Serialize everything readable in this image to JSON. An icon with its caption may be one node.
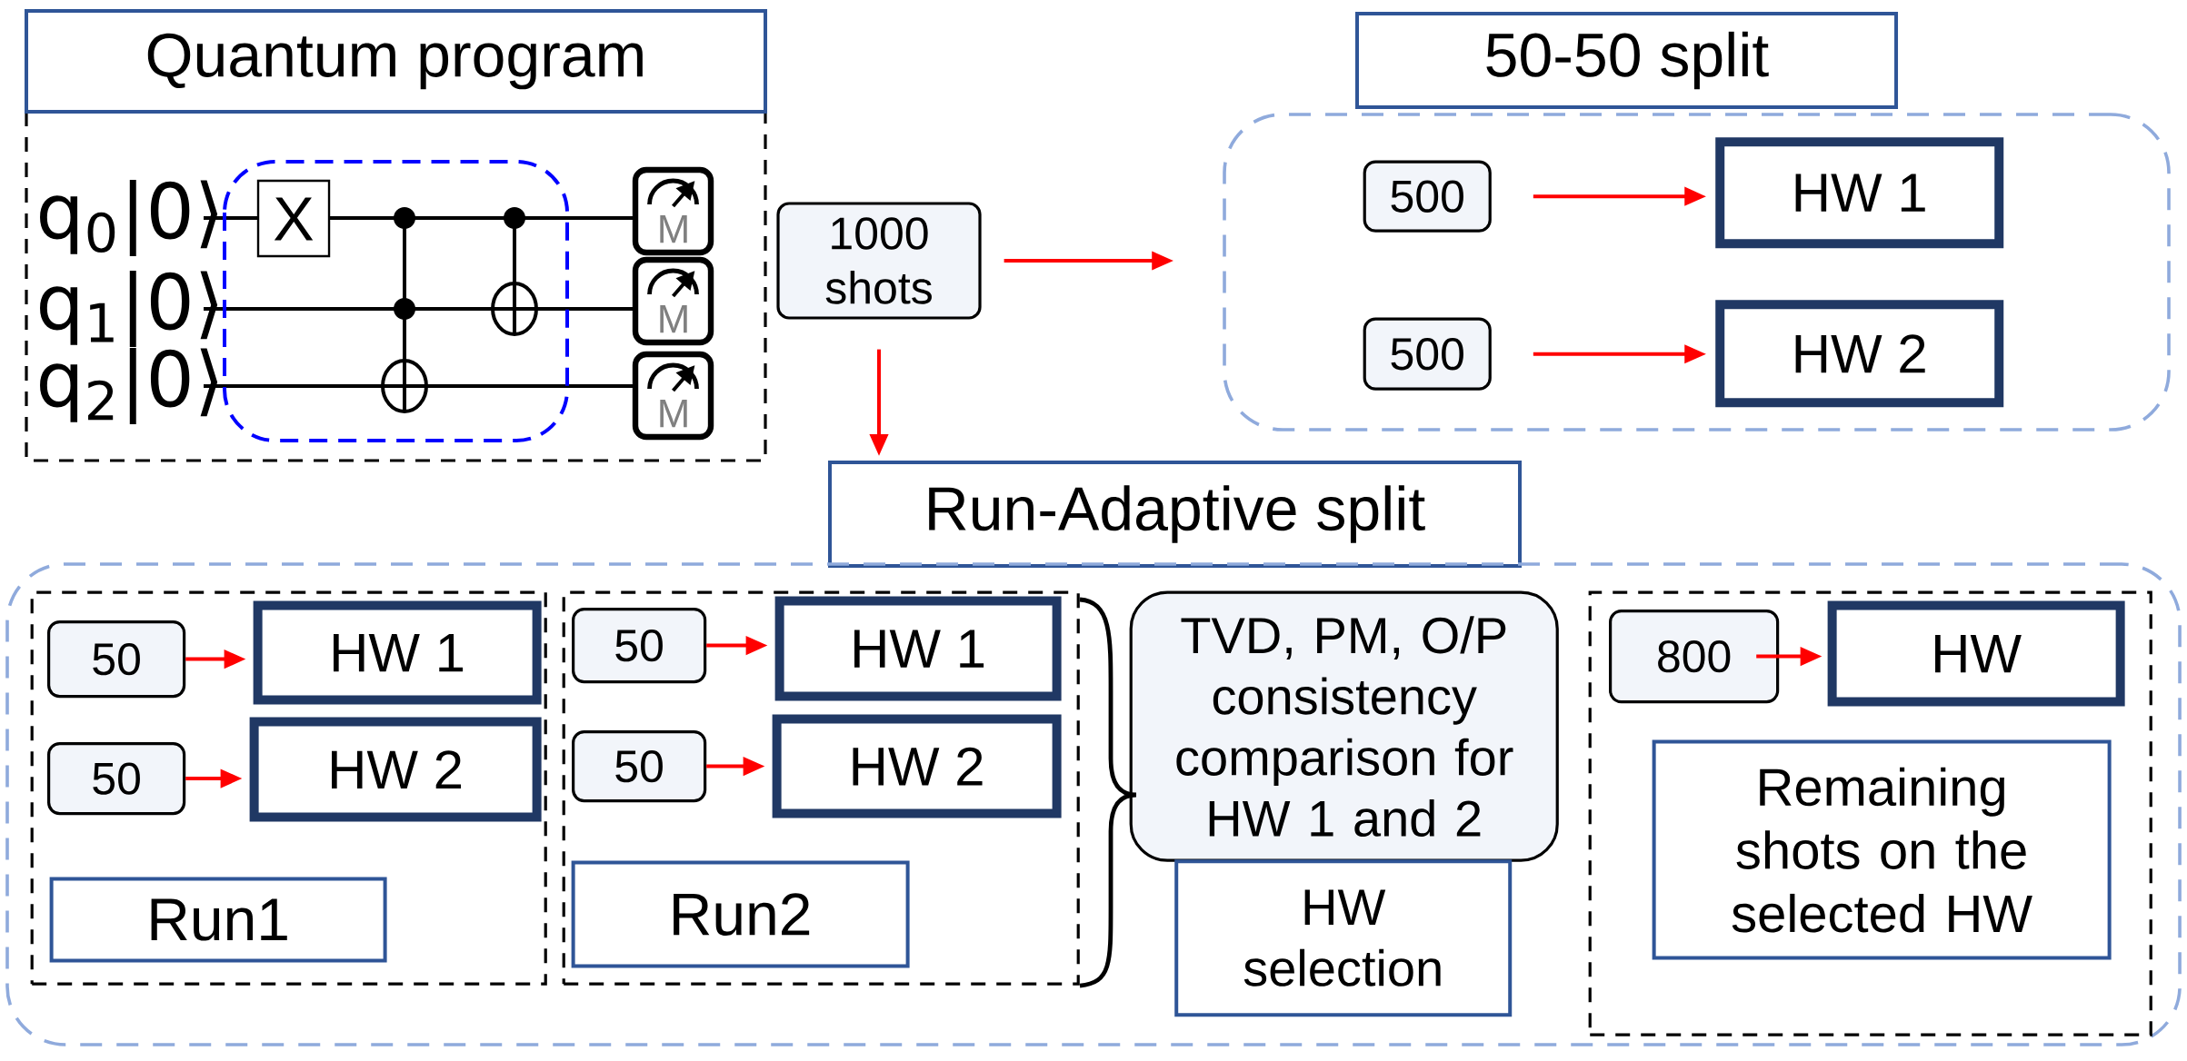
{
  "diagram": {
    "nodes": [
      {
        "text": [
          "Quantum program"
        ]
      },
      {
        "text": [
          "1000 shots"
        ]
      },
      {
        "text": [
          "50-50 split"
        ]
      },
      {
        "text": [],
        "shape": "box"
      },
      {
        "text": [
          "500"
        ],
        "in": 3
      },
      {
        "text": [
          "HW 1"
        ],
        "in": 3
      },
      {
        "text": [
          "500"
        ],
        "in": 3
      },
      {
        "text": [
          "HW 2"
        ],
        "in": 3
      },
      {
        "text": [
          "Run-Adaptive split"
        ]
      },
      {
        "text": [],
        "shape": "box"
      },
      {
        "text": [],
        "shape": "box",
        "in": 9
      },
      {
        "text": [
          "50"
        ],
        "in": 10
      },
      {
        "text": [
          "HW 1"
        ],
        "in": 10
      },
      {
        "text": [
          "50"
        ],
        "in": 10
      },
      {
        "text": [
          "HW 2"
        ],
        "in": 10
      },
      {
        "text": [
          "Run1"
        ],
        "in": 10
      },
      {
        "text": [],
        "shape": "box",
        "in": 9
      },
      {
        "text": [
          "50"
        ],
        "in": 16
      },
      {
        "text": [
          "HW 1"
        ],
        "in": 16
      },
      {
        "text": [
          "50"
        ],
        "in": 16
      },
      {
        "text": [
          "HW 2"
        ],
        "in": 16
      },
      {
        "text": [
          "Run2"
        ],
        "in": 16
      },
      {
        "text": [
          "TVD, PM, O/P consistency comparison for HW 1 and 2"
        ],
        "in": 9
      },
      {
        "text": [
          "HW selection"
        ],
        "in": 9
      },
      {
        "text": [],
        "shape": "box",
        "in": 9
      },
      {
        "text": [
          "800"
        ],
        "in": 24
      },
      {
        "text": [
          "HW"
        ],
        "in": 24
      },
      {
        "text": [
          "Remaining shots on the selected HW"
        ],
        "in": 24
      }
    ],
    "edges": [
      {
        "from": 1,
        "to": 3,
        "arrow": "to"
      },
      {
        "from": 4,
        "to": 5,
        "arrow": "to"
      },
      {
        "from": 6,
        "to": 7,
        "arrow": "to"
      },
      {
        "from": 1,
        "to": 8,
        "arrow": "to"
      },
      {
        "from": 11,
        "to": 12,
        "arrow": "to"
      },
      {
        "from": 13,
        "to": 14,
        "arrow": "to"
      },
      {
        "from": 17,
        "to": 18,
        "arrow": "to"
      },
      {
        "from": 19,
        "to": 20,
        "arrow": "to"
      },
      {
        "from": 25,
        "to": 26,
        "arrow": "to"
      }
    ],
    "labels": [
      "q$_{0}$|0⟩",
      "q$_{1}$|0⟩",
      "q$_{2}$|0⟩",
      "X",
      "M",
      "M",
      "M"
    ]
  }
}
